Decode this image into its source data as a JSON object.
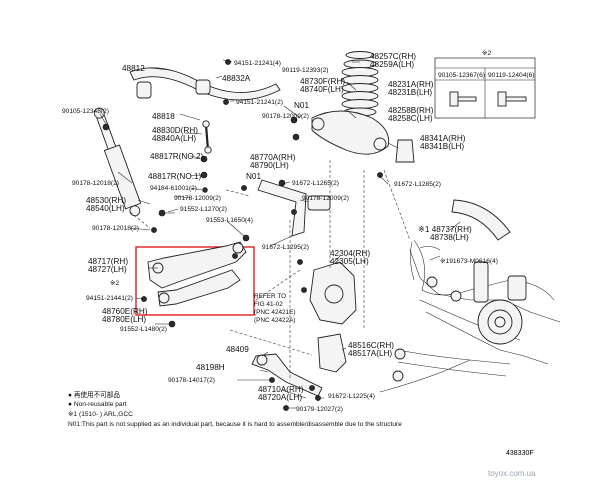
{
  "diagram_code": "438330F",
  "watermark": "toyox.com.ua",
  "labels": [
    {
      "id": "48812",
      "text": "48812"
    },
    {
      "id": "94151-21241-4",
      "text": "94151-21241(4)"
    },
    {
      "id": "48832A",
      "text": "48832A"
    },
    {
      "id": "94151-21241-2",
      "text": "94151-21241(2)"
    },
    {
      "id": "48818",
      "text": "48818"
    },
    {
      "id": "48830D",
      "text": "48830D(RH)"
    },
    {
      "id": "48840A",
      "text": "48840A(LH)"
    },
    {
      "id": "48817R-2",
      "text": "48817R(NO.2)"
    },
    {
      "id": "48817R-1",
      "text": "48817R(NO.1)"
    },
    {
      "id": "94184-61001",
      "text": "94184-61001(2)"
    },
    {
      "id": "90105-12348",
      "text": "90105-12348(2)"
    },
    {
      "id": "90178-12018-2",
      "text": "90178-12018(2)"
    },
    {
      "id": "48530",
      "text": "48530(RH)"
    },
    {
      "id": "48540",
      "text": "48540(LH)"
    },
    {
      "id": "90178-12018-2b",
      "text": "90178-12018(2)"
    },
    {
      "id": "90178-12009-2a",
      "text": "90178-12009(2)"
    },
    {
      "id": "91552-L1270",
      "text": "91552-L1270(2)"
    },
    {
      "id": "91553-L1650",
      "text": "91553-L1650(4)"
    },
    {
      "id": "90119-12393",
      "text": "90119-12393(2)"
    },
    {
      "id": "48730F",
      "text": "48730F(RH)"
    },
    {
      "id": "48740F",
      "text": "48740F(LH)"
    },
    {
      "id": "N01-a",
      "text": "N01"
    },
    {
      "id": "90178-12009-2b",
      "text": "90178-12009(2)"
    },
    {
      "id": "48257C",
      "text": "48257C(RH)"
    },
    {
      "id": "48259A",
      "text": "48259A(LH)"
    },
    {
      "id": "48231A",
      "text": "48231A(RH)"
    },
    {
      "id": "48231B",
      "text": "48231B(LH)"
    },
    {
      "id": "48258B",
      "text": "48258B(RH)"
    },
    {
      "id": "48258C",
      "text": "48258C(LH)"
    },
    {
      "id": "48341A",
      "text": "48341A(RH)"
    },
    {
      "id": "48341B",
      "text": "48341B(LH)"
    },
    {
      "id": "91672-L1285",
      "text": "91672-L1285(2)"
    },
    {
      "id": "48770A",
      "text": "48770A(RH)"
    },
    {
      "id": "48790",
      "text": "48790(LH)"
    },
    {
      "id": "N01-b",
      "text": "N01"
    },
    {
      "id": "91672-L1265",
      "text": "91672-L1265(2)"
    },
    {
      "id": "90178-12009-2c",
      "text": "90178-12009(2)"
    },
    {
      "id": "91672-L1295",
      "text": "91672-L1295(2)"
    },
    {
      "id": "48717",
      "text": "48717(RH)"
    },
    {
      "id": "48727",
      "text": "48727(LH)"
    },
    {
      "id": "x2-a",
      "text": "※2"
    },
    {
      "id": "94151-21441",
      "text": "94151-21441(2)"
    },
    {
      "id": "48760E",
      "text": "48760E(RH)"
    },
    {
      "id": "48780E",
      "text": "48780E(LH)"
    },
    {
      "id": "91552-L1480",
      "text": "91552-L1480(2)"
    },
    {
      "id": "42304",
      "text": "42304(RH)"
    },
    {
      "id": "42305",
      "text": "42305(LH)"
    },
    {
      "id": "48737",
      "text": "※1 48737(RH)"
    },
    {
      "id": "48738",
      "text": "48738(LH)"
    },
    {
      "id": "91673-M0616",
      "text": "※191673-M0616(4)"
    },
    {
      "id": "48409",
      "text": "48409"
    },
    {
      "id": "48198H",
      "text": "48198H"
    },
    {
      "id": "90178-14017",
      "text": "90178-14017(2)"
    },
    {
      "id": "48710A",
      "text": "48710A(RH)"
    },
    {
      "id": "48720A",
      "text": "48720A(LH)"
    },
    {
      "id": "90179-12027",
      "text": "90179-12027(2)"
    },
    {
      "id": "91672-L1225",
      "text": "91672-L1225(4)"
    },
    {
      "id": "48516C",
      "text": "48516C(RH)"
    },
    {
      "id": "48517A",
      "text": "48517A(LH)"
    }
  ],
  "refer_to": [
    "REFER TO",
    "FIG 41-02",
    "(PNC 42421E)",
    "(PNC 42422A)"
  ],
  "inset": {
    "title": "※2",
    "left": "90105-12367(6)",
    "right": "90119-12404(6)"
  },
  "footnotes": [
    "● 再使用不可部品",
    "● Non-reusable part",
    "※1  (1510-        )  ARL,GCC",
    "N01:This part is not supplied as an individual part, because it is hard to assemble/disassemble due to the structure"
  ],
  "colors": {
    "highlight_box": "#e02020",
    "line": "#222222"
  }
}
